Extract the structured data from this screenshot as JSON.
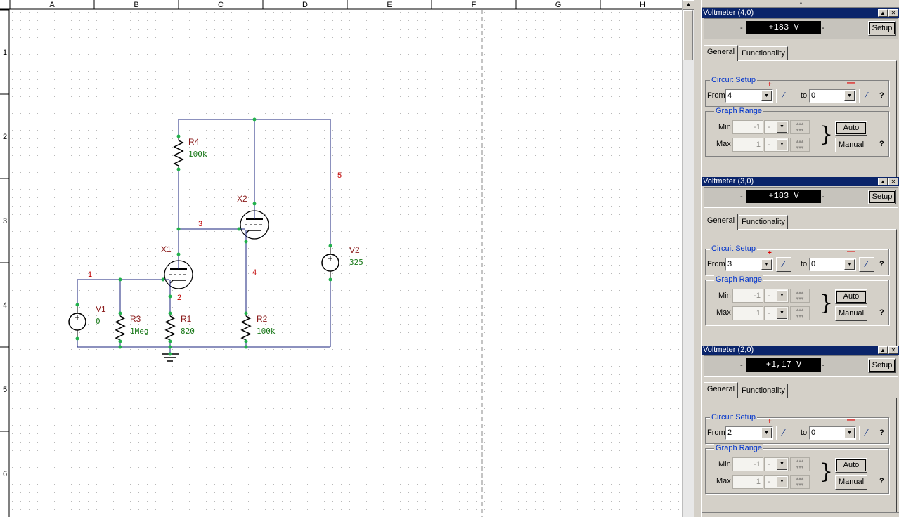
{
  "grid": {
    "columns": [
      "A",
      "B",
      "C",
      "D",
      "E",
      "F",
      "G",
      "H"
    ],
    "rows": [
      "1",
      "2",
      "3",
      "4",
      "5",
      "6"
    ]
  },
  "schematic": {
    "components": [
      {
        "ref": "R4",
        "value": "100k"
      },
      {
        "ref": "X2",
        "value": ""
      },
      {
        "ref": "X1",
        "value": ""
      },
      {
        "ref": "V2",
        "value": "325"
      },
      {
        "ref": "V1",
        "value": "0"
      },
      {
        "ref": "R3",
        "value": "1Meg"
      },
      {
        "ref": "R1",
        "value": "820"
      },
      {
        "ref": "R2",
        "value": "100k"
      }
    ],
    "nodes": [
      "1",
      "2",
      "3",
      "4",
      "5"
    ]
  },
  "colors": {
    "wire": "#1a237e",
    "node_dot": "#22b14c",
    "ref_label": "#8b1a1a",
    "value_label": "#1b7a1b",
    "node_label": "#c00000",
    "grid_dot": "#b8b8b8",
    "titlebar": "#0a246a",
    "group_label": "#0033cc"
  },
  "meters": [
    {
      "title": "Voltmeter (4,0)",
      "reading": "+183  V",
      "setup_label": "Setup",
      "tabs": [
        "General",
        "Functionality"
      ],
      "circuit_setup_label": "Circuit Setup",
      "from_label": "From",
      "from_value": "4",
      "to_label": "to",
      "to_value": "0",
      "plus": "+",
      "minus": "—",
      "help": "?",
      "graph_range_label": "Graph Range",
      "min_label": "Min",
      "min_value": "-1",
      "max_label": "Max",
      "max_value": "1",
      "unit_value": "-",
      "auto_label": "Auto",
      "manual_label": "Manual"
    },
    {
      "title": "Voltmeter (3,0)",
      "reading": "+183  V",
      "setup_label": "Setup",
      "tabs": [
        "General",
        "Functionality"
      ],
      "circuit_setup_label": "Circuit Setup",
      "from_label": "From",
      "from_value": "3",
      "to_label": "to",
      "to_value": "0",
      "plus": "+",
      "minus": "—",
      "help": "?",
      "graph_range_label": "Graph Range",
      "min_label": "Min",
      "min_value": "-1",
      "max_label": "Max",
      "max_value": "1",
      "unit_value": "-",
      "auto_label": "Auto",
      "manual_label": "Manual"
    },
    {
      "title": "Voltmeter (2,0)",
      "reading": "+1,17 V",
      "setup_label": "Setup",
      "tabs": [
        "General",
        "Functionality"
      ],
      "circuit_setup_label": "Circuit Setup",
      "from_label": "From",
      "from_value": "2",
      "to_label": "to",
      "to_value": "0",
      "plus": "+",
      "minus": "—",
      "help": "?",
      "graph_range_label": "Graph Range",
      "min_label": "Min",
      "min_value": "-1",
      "max_label": "Max",
      "max_value": "1",
      "unit_value": "-",
      "auto_label": "Auto",
      "manual_label": "Manual"
    }
  ]
}
